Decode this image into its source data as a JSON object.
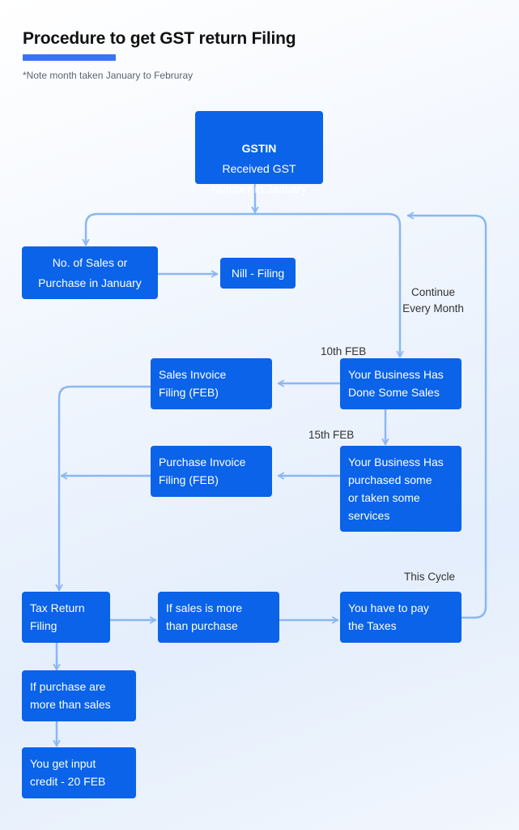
{
  "header": {
    "title": "Procedure to get GST return Filing",
    "note": "*Note month taken January to Februray"
  },
  "boxes": {
    "gstin": {
      "title": "GSTIN",
      "text": "Received GST\nNumber in January"
    },
    "sales_purchase_jan": {
      "text": "No. of Sales or\nPurchase in January"
    },
    "nill_filing": {
      "text": "Nill - Filing"
    },
    "business_sales": {
      "text": "Your Business Has\nDone Some Sales"
    },
    "sales_invoice": {
      "text": "Sales Invoice\nFiling (FEB)"
    },
    "business_purchased": {
      "text": "Your Business Has\npurchased some\nor taken some\nservices"
    },
    "purchase_invoice": {
      "text": "Purchase Invoice\nFiling (FEB)"
    },
    "tax_return": {
      "text": "Tax Return\nFiling"
    },
    "sales_more": {
      "text": "If sales is more\nthan purchase"
    },
    "pay_taxes": {
      "text": "You have to pay\nthe Taxes"
    },
    "purchase_more": {
      "text": "If purchase are\nmore than sales"
    },
    "input_credit": {
      "text": "You get input\ncredit - 20 FEB"
    }
  },
  "labels": {
    "continue_every_month": "Continue\nEvery Month",
    "tenth_feb": "10th FEB",
    "fifteenth_feb": "15th FEB",
    "this_cycle": "This Cycle"
  },
  "colors": {
    "box": "#0a63e8",
    "connector": "#8ab7f4",
    "title_bar": "#3b73f5"
  }
}
